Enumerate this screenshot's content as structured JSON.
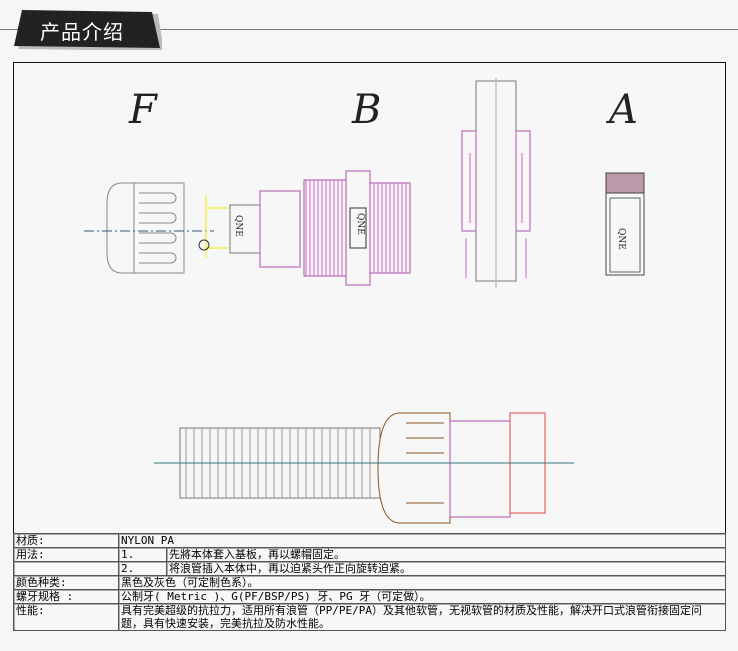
{
  "header": {
    "title": "产品介绍"
  },
  "drawing": {
    "labels": [
      "F",
      "B",
      "A"
    ],
    "brand_mark": "QNE"
  },
  "specs": {
    "material": {
      "label": "材质:",
      "value": "NYLON PA"
    },
    "usage": {
      "label": "用法:",
      "steps": [
        {
          "num": "1.",
          "text": "先將本体套入基板，再以螺帽固定。"
        },
        {
          "num": "2.",
          "text": "将浪管插入本体中，再以迫紧头作正向旋转迫紧。"
        }
      ]
    },
    "color": {
      "label": "颜色种类:",
      "value": "黑色及灰色（可定制色系）。"
    },
    "thread": {
      "label": "螺牙规格 :",
      "value": "公制牙( Metric )、G(PF/BSP/PS) 牙、PG 牙（可定做）。"
    },
    "performance": {
      "label": "性能:",
      "value": "具有完美超级的抗拉力，适用所有浪管（PP/PE/PA）及其他软管，无视软管的材质及性能，解决开口式浪管衔接固定问题，具有快速安装，完美抗拉及防水性能。"
    }
  }
}
